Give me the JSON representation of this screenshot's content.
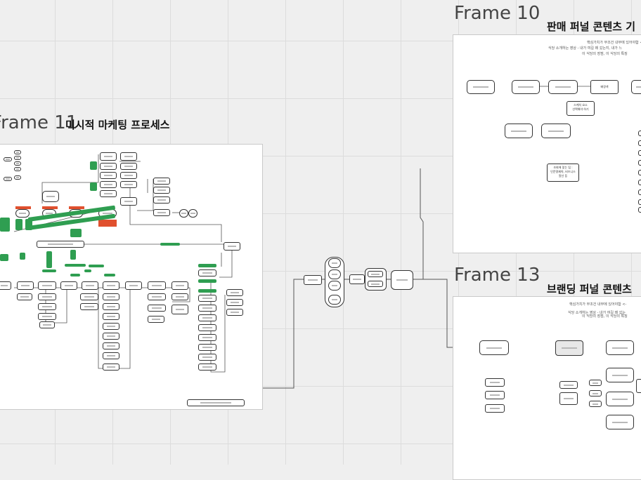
{
  "frames": {
    "frame10": {
      "label": "Frame 10",
      "title": "판매 퍼널 콘텐츠 기",
      "note_line1": "핵심가치가 무조건 내부에 있어야함 <-",
      "note_line2": "식당 소개하는 영상 - 내가 여길 왜 갔는지, 내가 느",
      "note_line3": "이 식당의 장점, 이 식당의 특징",
      "node_scene_a": "스케치 요소",
      "node_scene_b": "선택해야 하기",
      "node_hint_a": "조회에 맞는 팁 :",
      "node_hint_b": "인문명제약, 비즈니스",
      "node_hint_c": "알선 등",
      "node_bg": "배경색"
    },
    "frame11": {
      "label": "Frame 11",
      "title": "미시적 마케팅 프로세스"
    },
    "frame13": {
      "label": "Frame 13",
      "title": "브랜딩 퍼널 콘텐츠",
      "note_line1": "핵심가치가 무조건 내부에 있어야함 <-",
      "note_line2": "식당 소개하는 영상 - 내가 여길 왜 갔는",
      "note_line3": "이 식당의 장점, 이 식당의 특징"
    }
  },
  "colors": {
    "canvas": "#efefef",
    "frame_bg": "#ffffff",
    "accent_green": "#2f9e51",
    "accent_red": "#e0502e"
  }
}
